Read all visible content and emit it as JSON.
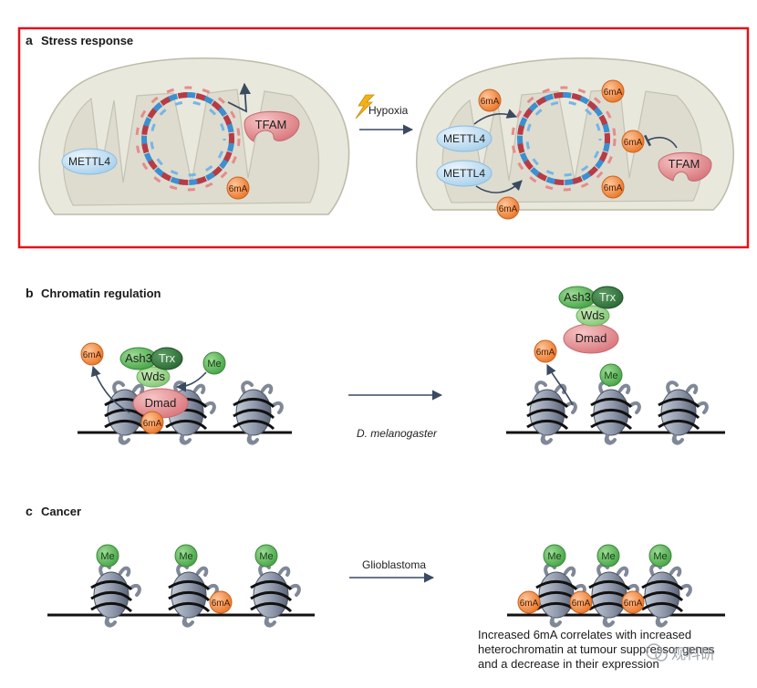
{
  "panel_a": {
    "letter": "a",
    "title": "Stress response",
    "stimulus": "Hypoxia",
    "left": {
      "methyltransferase": "METTL4",
      "binding_protein": "TFAM",
      "mark": "6mA"
    },
    "right": {
      "methyltransferase_1": "METTL4",
      "methyltransferase_2": "METTL4",
      "binding_protein": "TFAM",
      "marks": [
        "6mA",
        "6mA",
        "6mA",
        "6mA",
        "6mA"
      ]
    }
  },
  "panel_b": {
    "letter": "b",
    "title": "Chromatin regulation",
    "organism": "D. melanogaster",
    "complex": {
      "ash3": "Ash3",
      "trx": "Trx",
      "wds": "Wds",
      "dmad": "Dmad"
    },
    "left_marks": {
      "sixma_top": "6mA",
      "sixma_bottom": "6mA",
      "me": "Me"
    },
    "right_marks": {
      "sixma": "6mA",
      "me": "Me"
    }
  },
  "panel_c": {
    "letter": "c",
    "title": "Cancer",
    "condition": "Glioblastoma",
    "left_me": [
      "Me",
      "Me",
      "Me"
    ],
    "left_sixma": "6mA",
    "right_me": [
      "Me",
      "Me",
      "Me"
    ],
    "right_sixma": [
      "6mA",
      "6mA",
      "6mA"
    ],
    "caption": [
      "Increased 6mA correlates with increased",
      "heterochromatin at tumour suppressor genes",
      "and a decrease in their expression"
    ]
  },
  "watermark": "观科研",
  "colors": {
    "frame_red": "#e3131b",
    "mito_fill": "#e9e8dc",
    "mito_inner": "#d9d8cb",
    "dna_blue": "#3c8fd0",
    "dna_red": "#b73b45",
    "sixma_orange": "#f08a3c",
    "me_green": "#5cb85c",
    "tfam_pink": "#e48e92",
    "mettl4_blue": "#c3dff1",
    "nucleosome_grey": "#8e98ab",
    "arrow": "#3a4a60"
  }
}
